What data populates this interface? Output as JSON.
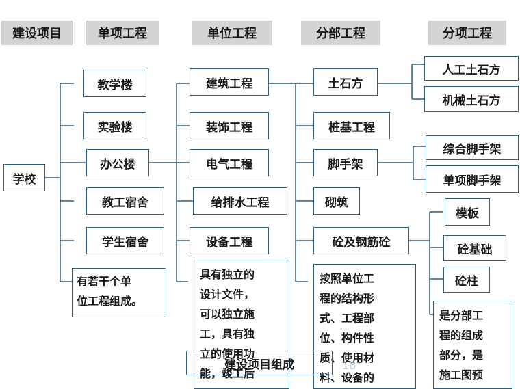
{
  "headers": {
    "project": "建设项目",
    "single": "单项工程",
    "unit": "单位工程",
    "division": "分部工程",
    "item": "分项工程"
  },
  "root": "学校",
  "single_items": [
    "教学楼",
    "实验楼",
    "办公楼",
    "教工宿舍",
    "学生宿舍"
  ],
  "single_note": "有若干个单\n位工程组成。",
  "unit_items": [
    "建筑工程",
    "装饰工程",
    "电气工程",
    "给排水工程",
    "设备工程"
  ],
  "unit_note": "具有独立的\n设计文件，\n可以独立施\n工，具有独\n立的使用功\n能，竣工后",
  "division_items": [
    "土石方",
    "桩基工程",
    "脚手架",
    "砌筑",
    "砼及钢筋砼"
  ],
  "division_note": "按照单位工\n程的结构形\n式、工程部\n位、构件性\n质、使用材\n料、设备的",
  "item_groups": {
    "earthwork": [
      "人工土石方",
      "机械土石方"
    ],
    "scaffold": [
      "综合脚手架",
      "单项脚手架"
    ],
    "concrete": [
      "模板",
      "砼基础",
      "砼柱"
    ]
  },
  "item_note": "是分部工\n程的组成\n部分，是\n施工图预",
  "overlay_note": "建设项目组成",
  "page_number": "18"
}
